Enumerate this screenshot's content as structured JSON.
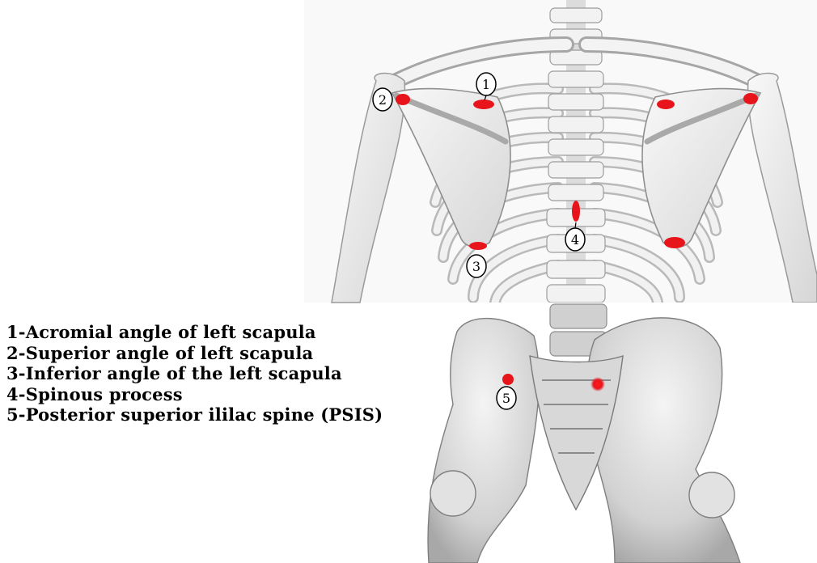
{
  "colors": {
    "bone": "#ececec",
    "bone_edge": "#9a9a9a",
    "bone_shadow": "#c8c8c8",
    "marker": "#e8141c",
    "background": "#ffffff"
  },
  "callouts": [
    {
      "number": "1"
    },
    {
      "number": "2"
    },
    {
      "number": "3"
    },
    {
      "number": "4"
    },
    {
      "number": "5"
    }
  ],
  "legend": [
    "1-Acromial angle of left scapula",
    "2-Superior angle of left scapula",
    "3-Inferior angle of the left scapula",
    "4-Spinous process",
    "5-Posterior superior ililac spine (PSIS)"
  ]
}
